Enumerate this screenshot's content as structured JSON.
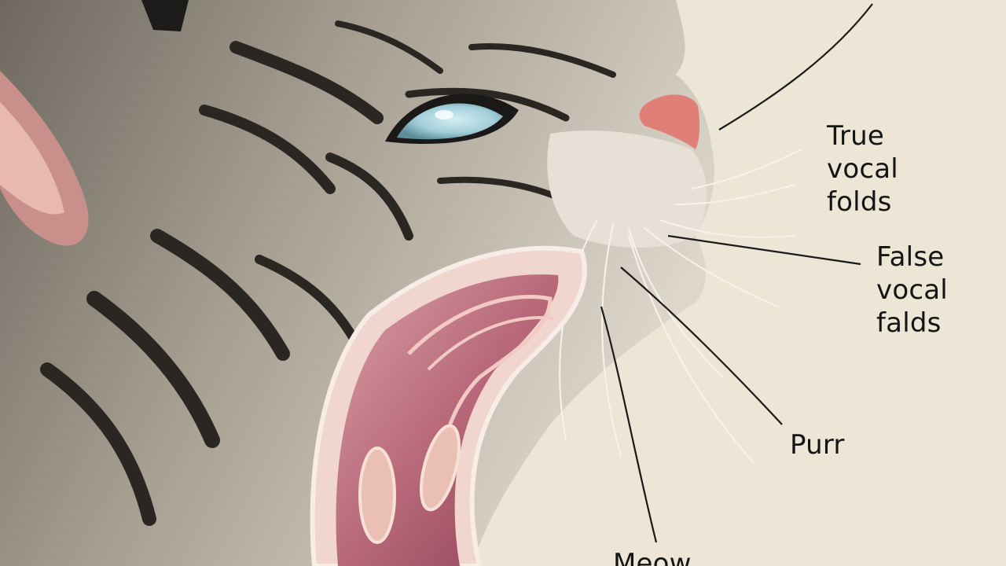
{
  "labels": {
    "true_vocal_folds": "True\nvocal\nfolds",
    "false_vocal_folds": "False\nvocal\nfalds",
    "purr": "Purr",
    "meow": "Meow"
  },
  "colors": {
    "background": "#ede5d6",
    "fur_light": "#b9b0a3",
    "fur_dark": "#2a2723",
    "eye": "#a8d3de",
    "nose": "#e07f78",
    "throat_tissue": "#c67a88",
    "throat_edge": "#efd3cc",
    "leader_line": "#1a1a1a"
  }
}
